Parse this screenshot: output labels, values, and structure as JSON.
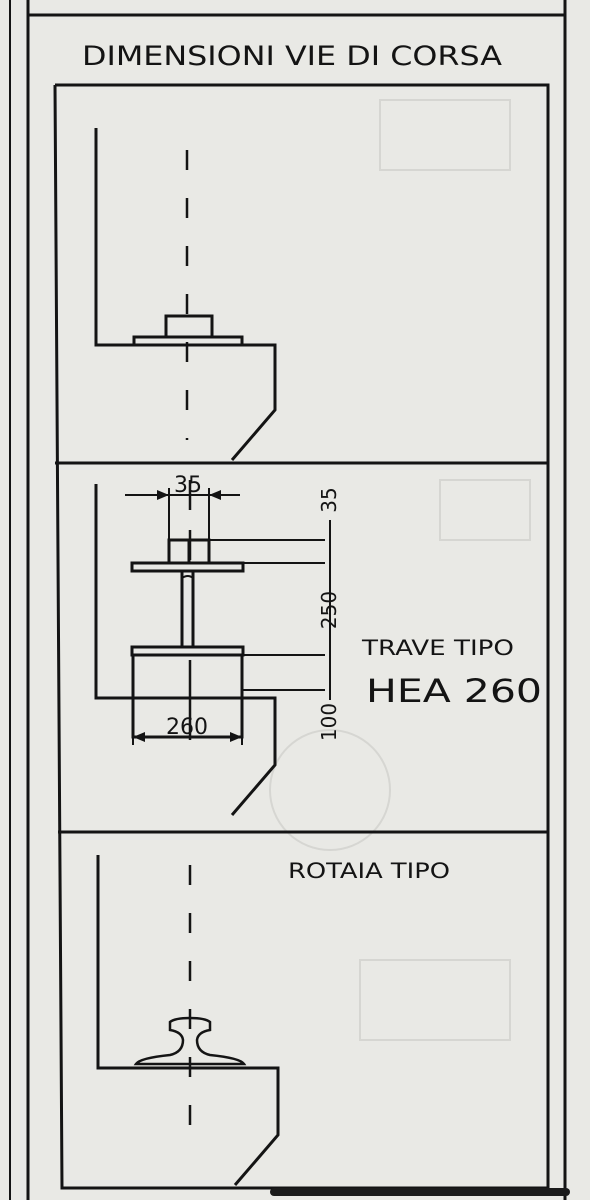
{
  "title": "DIMENSIONI VIE DI CORSA",
  "panel_top": {},
  "panel_middle": {
    "dims": {
      "top_width": "35",
      "top_height": "35",
      "web_height": "250",
      "base_height": "100",
      "base_width": "260"
    },
    "label_line1": "TRAVE TIPO",
    "label_line2": "HEA 260"
  },
  "panel_bottom": {
    "label": "ROTAIA TIPO"
  },
  "colors": {
    "paper": "#e9e9e5",
    "ink": "#141414"
  }
}
